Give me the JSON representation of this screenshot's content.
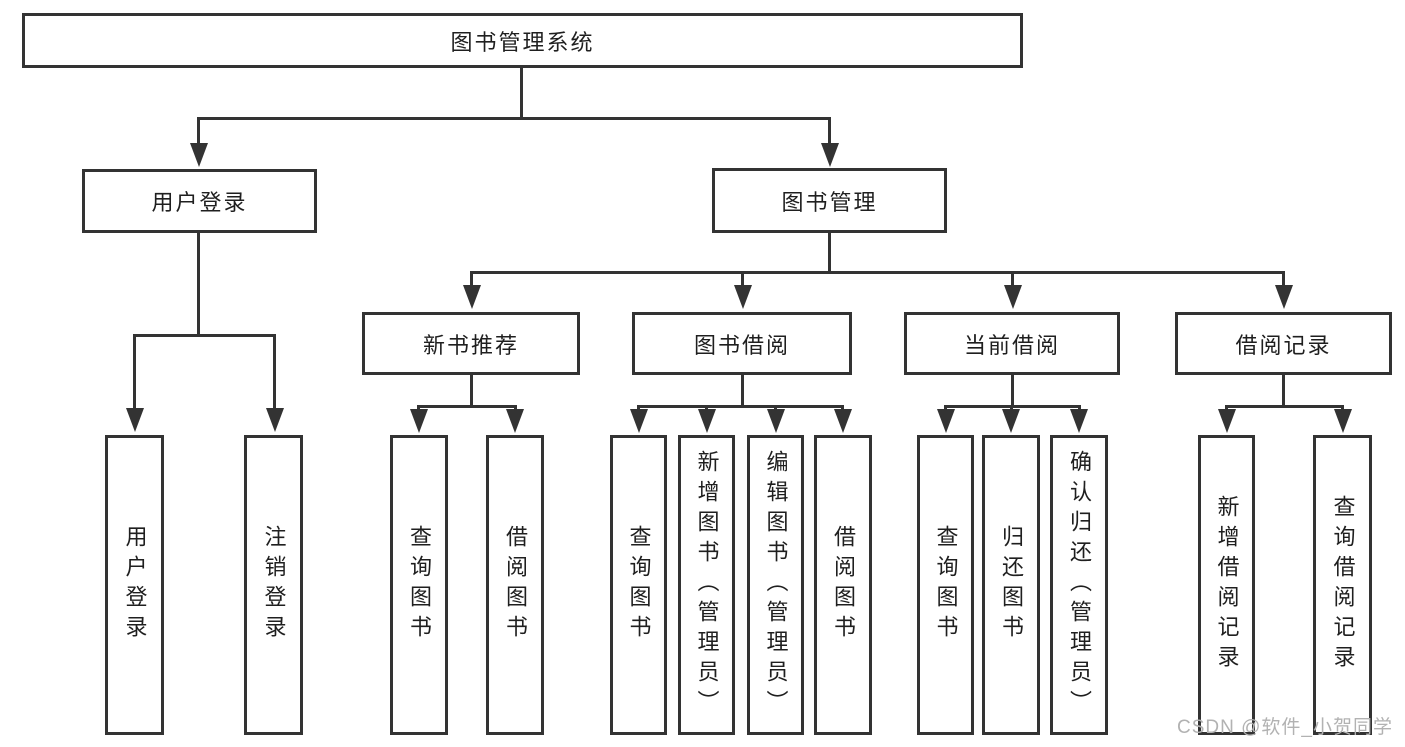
{
  "tree": {
    "root": {
      "label": "图书管理系统"
    },
    "branches": [
      {
        "label": "用户登录",
        "children": [
          {
            "label": "用户登录"
          },
          {
            "label": "注销登录"
          }
        ]
      },
      {
        "label": "图书管理",
        "groups": [
          {
            "label": "新书推荐",
            "children": [
              {
                "label": "查询图书"
              },
              {
                "label": "借阅图书"
              }
            ]
          },
          {
            "label": "图书借阅",
            "children": [
              {
                "label": "查询图书"
              },
              {
                "label": "新增图书（管理员）"
              },
              {
                "label": "编辑图书（管理员）"
              },
              {
                "label": "借阅图书"
              }
            ]
          },
          {
            "label": "当前借阅",
            "children": [
              {
                "label": "查询图书"
              },
              {
                "label": "归还图书"
              },
              {
                "label": "确认归还（管理员）"
              }
            ]
          },
          {
            "label": "借阅记录",
            "children": [
              {
                "label": "新增借阅记录"
              },
              {
                "label": "查询借阅记录"
              }
            ]
          }
        ]
      }
    ]
  },
  "watermark": {
    "text": "CSDN @软件_小贺同学"
  },
  "colors": {
    "line": "#333333",
    "text": "#1f1f1f",
    "watermark": "#b2b2b2",
    "background": "#ffffff"
  }
}
